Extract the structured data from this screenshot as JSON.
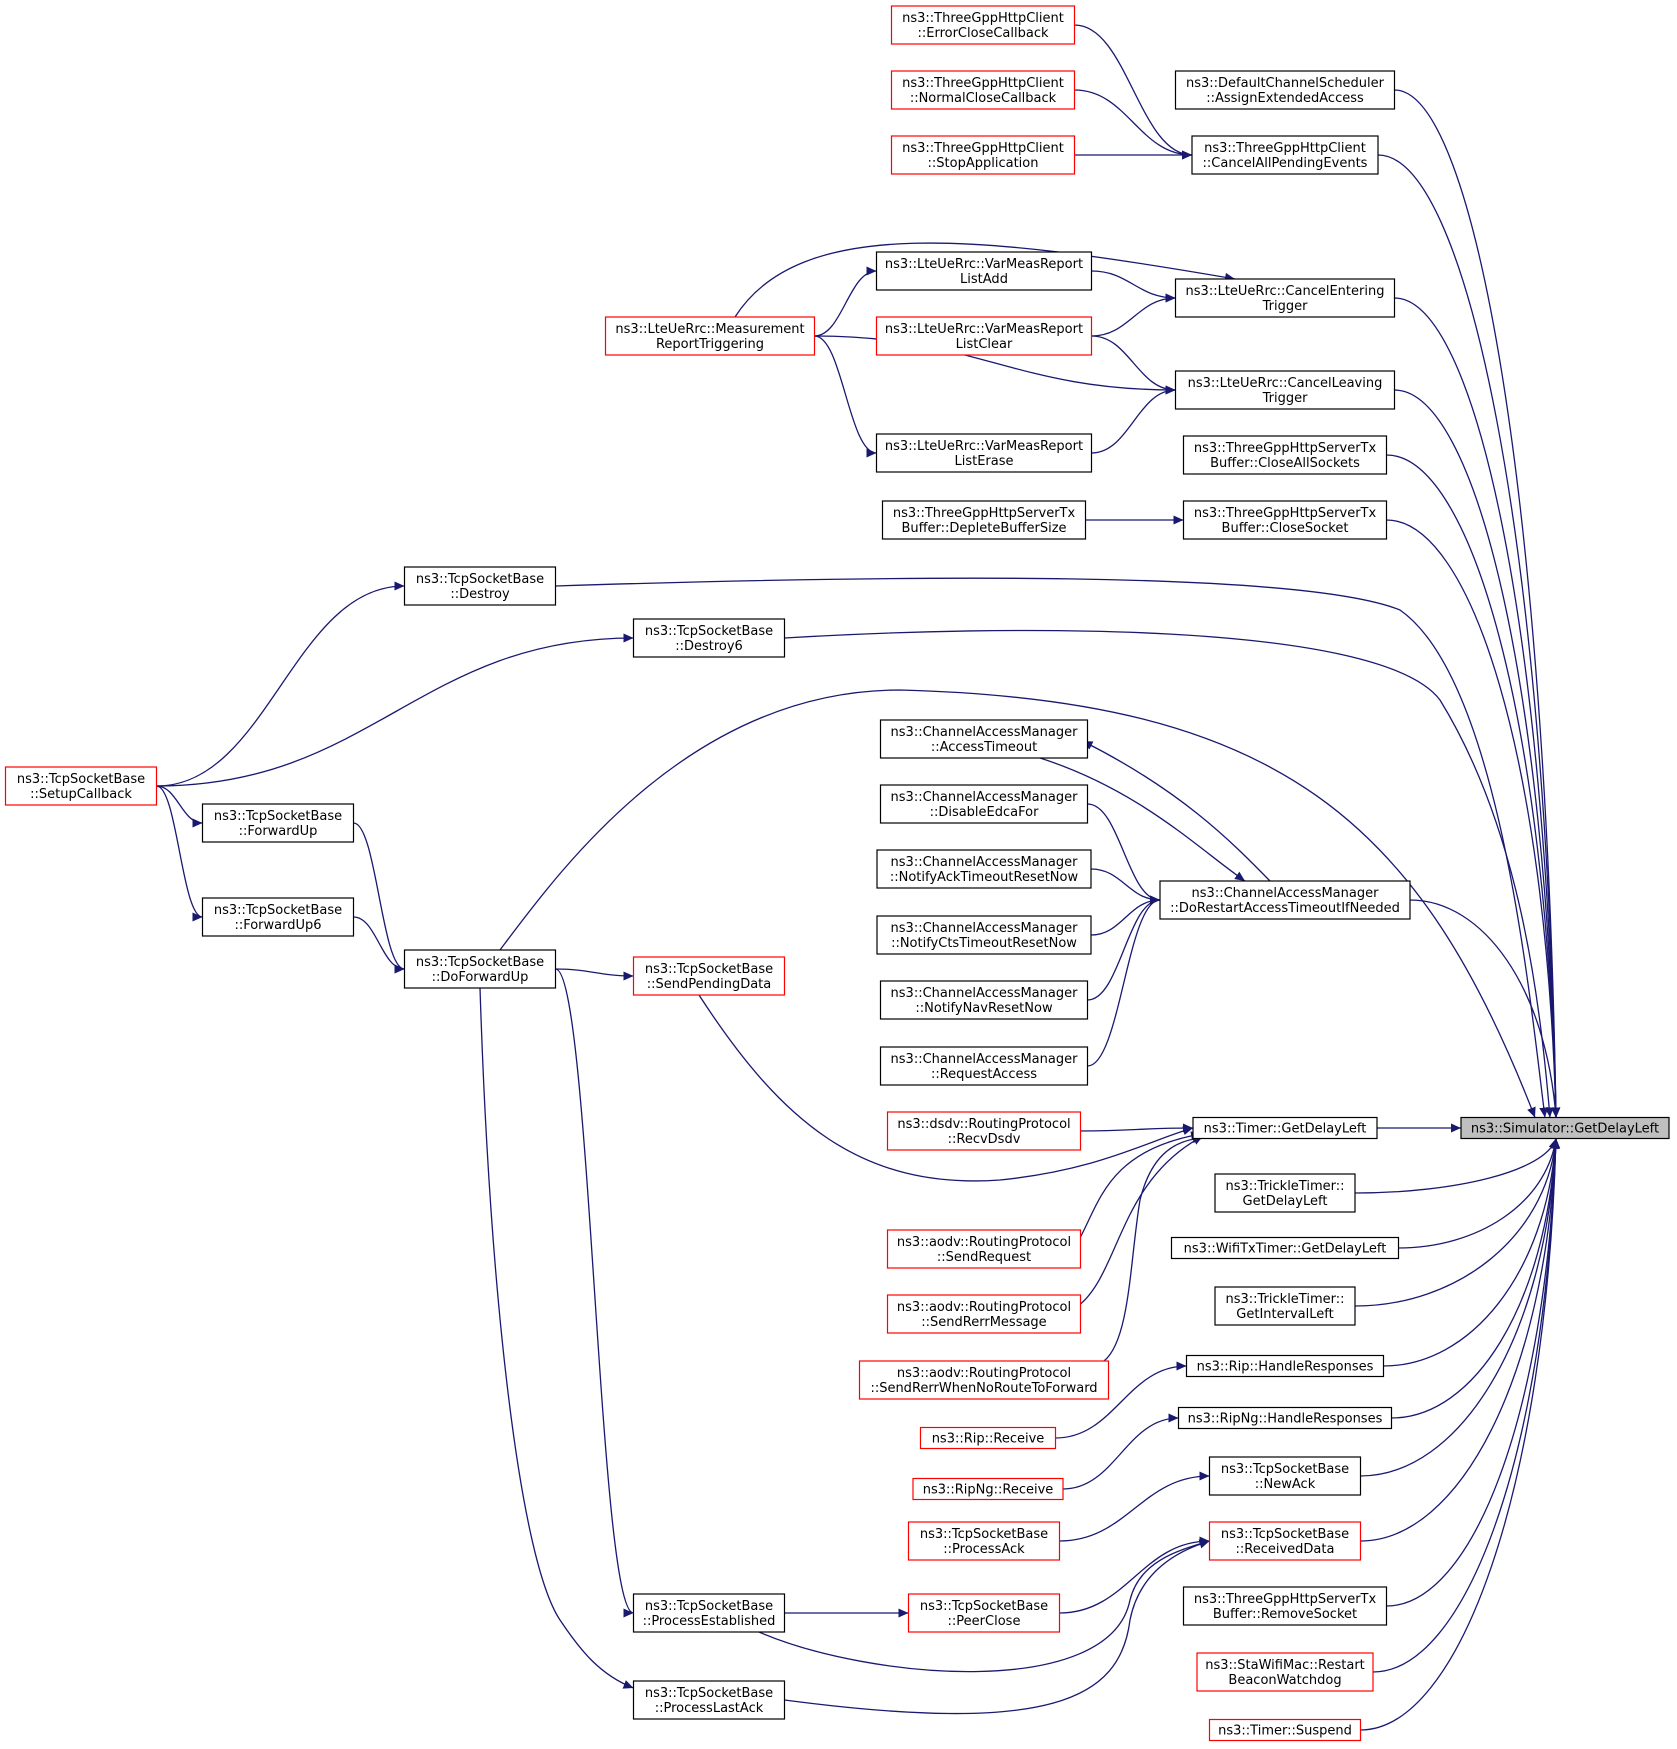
{
  "colors": {
    "edge": "#191970",
    "node_border_default": "#000000",
    "node_border_truncated": "#ff0000",
    "highlight_fill": "#bfbfbf",
    "node_fill": "#ffffff"
  },
  "nodes": [
    {
      "id": "getdelayleft_root",
      "lines": [
        "ns3::Simulator::GetDelayLeft"
      ],
      "style": "highlight"
    },
    {
      "id": "errorclose",
      "lines": [
        "ns3::ThreeGppHttpClient",
        "::ErrorCloseCallback"
      ],
      "style": "truncated"
    },
    {
      "id": "normalclose",
      "lines": [
        "ns3::ThreeGppHttpClient",
        "::NormalCloseCallback"
      ],
      "style": "truncated"
    },
    {
      "id": "stopapp",
      "lines": [
        "ns3::ThreeGppHttpClient",
        "::StopApplication"
      ],
      "style": "truncated"
    },
    {
      "id": "cancelall",
      "lines": [
        "ns3::ThreeGppHttpClient",
        "::CancelAllPendingEvents"
      ],
      "style": "default"
    },
    {
      "id": "assignext",
      "lines": [
        "ns3::DefaultChannelScheduler",
        "::AssignExtendedAccess"
      ],
      "style": "default"
    },
    {
      "id": "listadd",
      "lines": [
        "ns3::LteUeRrc::VarMeasReport",
        "ListAdd"
      ],
      "style": "default"
    },
    {
      "id": "listclear",
      "lines": [
        "ns3::LteUeRrc::VarMeasReport",
        "ListClear"
      ],
      "style": "truncated"
    },
    {
      "id": "listerase",
      "lines": [
        "ns3::LteUeRrc::VarMeasReport",
        "ListErase"
      ],
      "style": "default"
    },
    {
      "id": "measrep",
      "lines": [
        "ns3::LteUeRrc::Measurement",
        "ReportTriggering"
      ],
      "style": "truncated"
    },
    {
      "id": "cancelentering",
      "lines": [
        "ns3::LteUeRrc::CancelEntering",
        "Trigger"
      ],
      "style": "default"
    },
    {
      "id": "cancelleaving",
      "lines": [
        "ns3::LteUeRrc::CancelLeaving",
        "Trigger"
      ],
      "style": "default"
    },
    {
      "id": "closeall",
      "lines": [
        "ns3::ThreeGppHttpServerTx",
        "Buffer::CloseAllSockets"
      ],
      "style": "default"
    },
    {
      "id": "deplete",
      "lines": [
        "ns3::ThreeGppHttpServerTx",
        "Buffer::DepleteBufferSize"
      ],
      "style": "default"
    },
    {
      "id": "closesocket",
      "lines": [
        "ns3::ThreeGppHttpServerTx",
        "Buffer::CloseSocket"
      ],
      "style": "default"
    },
    {
      "id": "destroy",
      "lines": [
        "ns3::TcpSocketBase",
        "::Destroy"
      ],
      "style": "default"
    },
    {
      "id": "destroy6",
      "lines": [
        "ns3::TcpSocketBase",
        "::Destroy6"
      ],
      "style": "default"
    },
    {
      "id": "setupcb",
      "lines": [
        "ns3::TcpSocketBase",
        "::SetupCallback"
      ],
      "style": "truncated"
    },
    {
      "id": "forwardup",
      "lines": [
        "ns3::TcpSocketBase",
        "::ForwardUp"
      ],
      "style": "default"
    },
    {
      "id": "forwardup6",
      "lines": [
        "ns3::TcpSocketBase",
        "::ForwardUp6"
      ],
      "style": "default"
    },
    {
      "id": "doforwardup",
      "lines": [
        "ns3::TcpSocketBase",
        "::DoForwardUp"
      ],
      "style": "default"
    },
    {
      "id": "sendpending",
      "lines": [
        "ns3::TcpSocketBase",
        "::SendPendingData"
      ],
      "style": "truncated"
    },
    {
      "id": "accesstimeout",
      "lines": [
        "ns3::ChannelAccessManager",
        "::AccessTimeout"
      ],
      "style": "default"
    },
    {
      "id": "disableedca",
      "lines": [
        "ns3::ChannelAccessManager",
        "::DisableEdcaFor"
      ],
      "style": "default"
    },
    {
      "id": "notifyack",
      "lines": [
        "ns3::ChannelAccessManager",
        "::NotifyAckTimeoutResetNow"
      ],
      "style": "default"
    },
    {
      "id": "notifycts",
      "lines": [
        "ns3::ChannelAccessManager",
        "::NotifyCtsTimeoutResetNow"
      ],
      "style": "default"
    },
    {
      "id": "notifynav",
      "lines": [
        "ns3::ChannelAccessManager",
        "::NotifyNavResetNow"
      ],
      "style": "default"
    },
    {
      "id": "requestaccess",
      "lines": [
        "ns3::ChannelAccessManager",
        "::RequestAccess"
      ],
      "style": "default"
    },
    {
      "id": "dorestart",
      "lines": [
        "ns3::ChannelAccessManager",
        "::DoRestartAccessTimeoutIfNeeded"
      ],
      "style": "default"
    },
    {
      "id": "recvdsdv",
      "lines": [
        "ns3::dsdv::RoutingProtocol",
        "::RecvDsdv"
      ],
      "style": "truncated"
    },
    {
      "id": "timergdl",
      "lines": [
        "ns3::Timer::GetDelayLeft"
      ],
      "style": "default"
    },
    {
      "id": "sendrequest",
      "lines": [
        "ns3::aodv::RoutingProtocol",
        "::SendRequest"
      ],
      "style": "truncated"
    },
    {
      "id": "sendrerr",
      "lines": [
        "ns3::aodv::RoutingProtocol",
        "::SendRerrMessage"
      ],
      "style": "truncated"
    },
    {
      "id": "sendrerrnoroute",
      "lines": [
        "ns3::aodv::RoutingProtocol",
        "::SendRerrWhenNoRouteToForward"
      ],
      "style": "truncated"
    },
    {
      "id": "trickledelay",
      "lines": [
        "ns3::TrickleTimer::",
        "GetDelayLeft"
      ],
      "style": "default"
    },
    {
      "id": "wifitx",
      "lines": [
        "ns3::WifiTxTimer::GetDelayLeft"
      ],
      "style": "default"
    },
    {
      "id": "trickleinterval",
      "lines": [
        "ns3::TrickleTimer::",
        "GetIntervalLeft"
      ],
      "style": "default"
    },
    {
      "id": "riphandle",
      "lines": [
        "ns3::Rip::HandleResponses"
      ],
      "style": "default"
    },
    {
      "id": "ripreceive",
      "lines": [
        "ns3::Rip::Receive"
      ],
      "style": "truncated"
    },
    {
      "id": "ripnghandle",
      "lines": [
        "ns3::RipNg::HandleResponses"
      ],
      "style": "default"
    },
    {
      "id": "ripngreceive",
      "lines": [
        "ns3::RipNg::Receive"
      ],
      "style": "truncated"
    },
    {
      "id": "newack",
      "lines": [
        "ns3::TcpSocketBase",
        "::NewAck"
      ],
      "style": "default"
    },
    {
      "id": "processack",
      "lines": [
        "ns3::TcpSocketBase",
        "::ProcessAck"
      ],
      "style": "truncated"
    },
    {
      "id": "receiveddata",
      "lines": [
        "ns3::TcpSocketBase",
        "::ReceivedData"
      ],
      "style": "truncated"
    },
    {
      "id": "processest",
      "lines": [
        "ns3::TcpSocketBase",
        "::ProcessEstablished"
      ],
      "style": "default"
    },
    {
      "id": "peerclose",
      "lines": [
        "ns3::TcpSocketBase",
        "::PeerClose"
      ],
      "style": "truncated"
    },
    {
      "id": "processlastack",
      "lines": [
        "ns3::TcpSocketBase",
        "::ProcessLastAck"
      ],
      "style": "default"
    },
    {
      "id": "removesocket",
      "lines": [
        "ns3::ThreeGppHttpServerTx",
        "Buffer::RemoveSocket"
      ],
      "style": "default"
    },
    {
      "id": "restartbeacon",
      "lines": [
        "ns3::StaWifiMac::Restart",
        "BeaconWatchdog"
      ],
      "style": "truncated"
    },
    {
      "id": "timersuspend",
      "lines": [
        "ns3::Timer::Suspend"
      ],
      "style": "truncated"
    }
  ],
  "edges": [
    [
      "errorclose",
      "cancelall"
    ],
    [
      "normalclose",
      "cancelall"
    ],
    [
      "stopapp",
      "cancelall"
    ],
    [
      "cancelall",
      "getdelayleft_root"
    ],
    [
      "assignext",
      "getdelayleft_root"
    ],
    [
      "listadd",
      "cancelentering"
    ],
    [
      "listclear",
      "cancelentering"
    ],
    [
      "listclear",
      "cancelleaving"
    ],
    [
      "measrep",
      "listadd"
    ],
    [
      "measrep",
      "listerase"
    ],
    [
      "measrep",
      "cancelentering"
    ],
    [
      "measrep",
      "cancelleaving"
    ],
    [
      "listerase",
      "cancelleaving"
    ],
    [
      "cancelentering",
      "getdelayleft_root"
    ],
    [
      "cancelleaving",
      "getdelayleft_root"
    ],
    [
      "closeall",
      "getdelayleft_root"
    ],
    [
      "deplete",
      "closesocket"
    ],
    [
      "closesocket",
      "getdelayleft_root"
    ],
    [
      "destroy",
      "getdelayleft_root"
    ],
    [
      "destroy6",
      "getdelayleft_root"
    ],
    [
      "setupcb",
      "destroy"
    ],
    [
      "setupcb",
      "destroy6"
    ],
    [
      "setupcb",
      "forwardup"
    ],
    [
      "setupcb",
      "forwardup6"
    ],
    [
      "forwardup",
      "doforwardup"
    ],
    [
      "forwardup6",
      "doforwardup"
    ],
    [
      "doforwardup",
      "getdelayleft_root"
    ],
    [
      "doforwardup",
      "sendpending"
    ],
    [
      "doforwardup",
      "processest"
    ],
    [
      "doforwardup",
      "processlastack"
    ],
    [
      "sendpending",
      "timergdl"
    ],
    [
      "accesstimeout",
      "dorestart"
    ],
    [
      "dorestart",
      "accesstimeout"
    ],
    [
      "disableedca",
      "dorestart"
    ],
    [
      "notifyack",
      "dorestart"
    ],
    [
      "notifycts",
      "dorestart"
    ],
    [
      "notifynav",
      "dorestart"
    ],
    [
      "requestaccess",
      "dorestart"
    ],
    [
      "dorestart",
      "getdelayleft_root"
    ],
    [
      "recvdsdv",
      "timergdl"
    ],
    [
      "sendrequest",
      "timergdl"
    ],
    [
      "sendrerr",
      "timergdl"
    ],
    [
      "sendrerrnoroute",
      "timergdl"
    ],
    [
      "timergdl",
      "getdelayleft_root"
    ],
    [
      "trickledelay",
      "getdelayleft_root"
    ],
    [
      "wifitx",
      "getdelayleft_root"
    ],
    [
      "trickleinterval",
      "getdelayleft_root"
    ],
    [
      "riphandle",
      "getdelayleft_root"
    ],
    [
      "ripreceive",
      "riphandle"
    ],
    [
      "ripnghandle",
      "getdelayleft_root"
    ],
    [
      "ripngreceive",
      "ripnghandle"
    ],
    [
      "newack",
      "getdelayleft_root"
    ],
    [
      "processack",
      "newack"
    ],
    [
      "receiveddata",
      "getdelayleft_root"
    ],
    [
      "processest",
      "peerclose"
    ],
    [
      "processest",
      "receiveddata"
    ],
    [
      "peerclose",
      "receiveddata"
    ],
    [
      "processlastack",
      "receiveddata"
    ],
    [
      "removesocket",
      "getdelayleft_root"
    ],
    [
      "restartbeacon",
      "getdelayleft_root"
    ],
    [
      "timersuspend",
      "getdelayleft_root"
    ]
  ]
}
